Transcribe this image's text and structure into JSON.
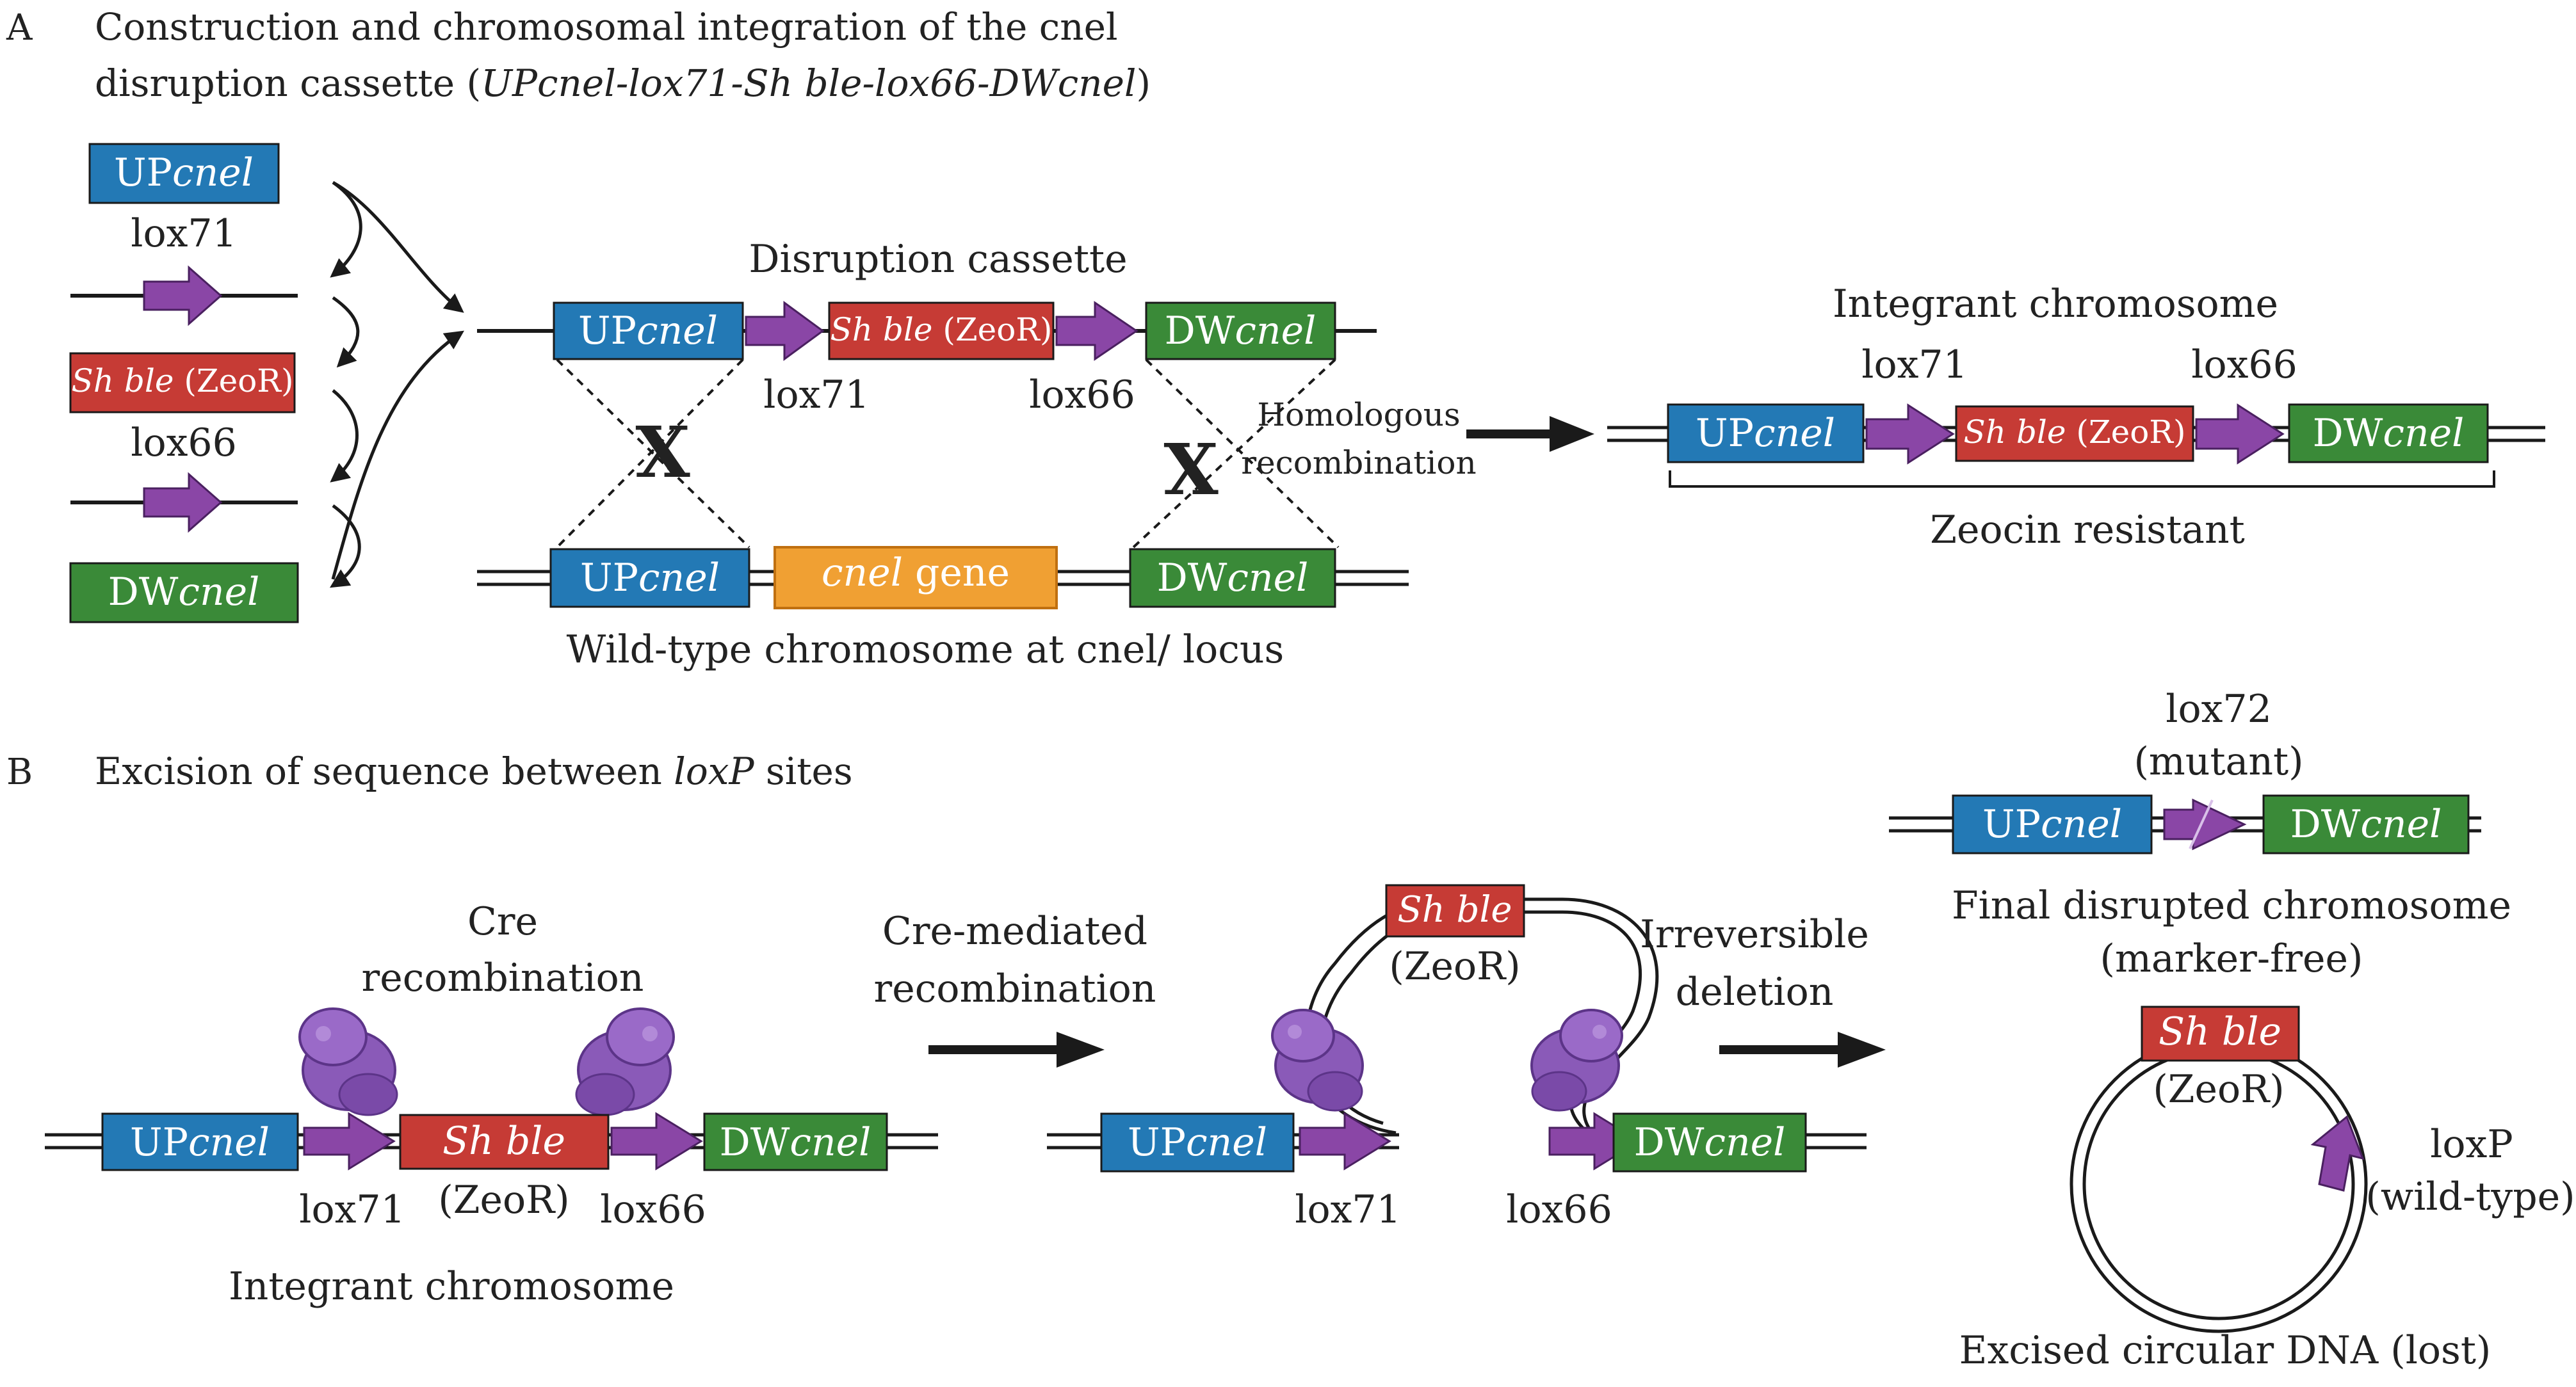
{
  "colors": {
    "up_blue": "#2379b5",
    "dw_green": "#3a8a38",
    "ble_red": "#c63b35",
    "cnel_orange": "#f0a033",
    "lox_purple": "#8a46a6",
    "cre_purple": "#8a5ab8",
    "line": "#1a1a1a"
  },
  "panelA": {
    "letter": "A",
    "title_line1": "Construction and chromosomal integration of the cnel",
    "title_line2_plain": "disruption cassette (",
    "title_line2_italic": "UPcnel-lox71-Sh ble-lox66-DWcnel",
    "title_line2_end": ")",
    "parts": {
      "up_plain": "UP",
      "up_italic": "cnel",
      "lox71": "lox71",
      "ble_italic": "Sh ble",
      "ble_plain": " (ZeoR)",
      "lox66": "lox66",
      "dw_plain": "DW",
      "dw_italic": "cnel"
    },
    "cassette": {
      "title": "Disruption cassette",
      "lox71": "lox71",
      "lox66": "lox66"
    },
    "homologous_line1": "Homologous",
    "homologous_line2": "recombination",
    "crossover_mark": "X",
    "wildtype": {
      "gene_italic": "cnel",
      "gene_plain": " gene",
      "caption": "Wild-type chromosome at cnel/ locus"
    },
    "integrant": {
      "title": "Integrant chromosome",
      "lox71": "lox71",
      "lox66": "lox66",
      "caption": "Zeocin resistant"
    }
  },
  "panelB": {
    "letter": "B",
    "title_plain": "Excision of sequence between ",
    "title_italic": "loxP",
    "title_end": " sites",
    "cre_line1": "Cre",
    "cre_line2": "recombination",
    "lox71": "lox71",
    "lox66": "lox66",
    "zeor": "(ZeoR)",
    "integrant_caption": "Integrant chromosome",
    "step1_line1": "Cre-mediated",
    "step1_line2": "recombination",
    "step2_line1": "Irreversible",
    "step2_line2": "deletion",
    "lox72_line1": "lox72",
    "lox72_line2": "(mutant)",
    "final_line1": "Final disrupted chromosome",
    "final_line2": "(marker-free)",
    "loxp_line1": "loxP",
    "loxp_line2": "(wild-type)",
    "circle_caption": "Excised circular DNA (lost)"
  }
}
